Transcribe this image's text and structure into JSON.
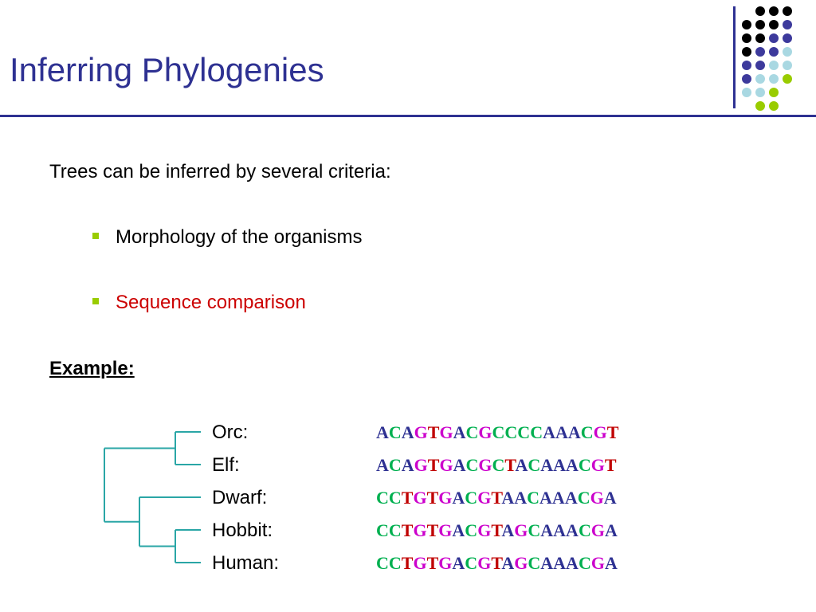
{
  "slide": {
    "title": "Inferring Phylogenies",
    "intro": "Trees can be inferred by several criteria:",
    "bullets": [
      "Morphology of the organisms",
      "Sequence comparison"
    ],
    "example_label": "Example:"
  },
  "colors": {
    "title": "#2E3192",
    "bullet_marker": "#99CC00",
    "highlight_bullet": "#CC0000",
    "tree_lines": "#2AA6A6",
    "nucleotide_A": "#2E3192",
    "nucleotide_C": "#00B050",
    "nucleotide_G": "#CC00CC",
    "nucleotide_T": "#C00000"
  },
  "decoration": {
    "dot_colors": {
      "k": "#000000",
      "p": "#3D3A9C",
      "b": "#A9D8E2",
      "g": "#99CC00"
    },
    "dot_rows": [
      ". k k k",
      "k k k p",
      "k k p p",
      "k p p b",
      "p p b b",
      "p b b g",
      "b b g .",
      ". g g ."
    ]
  },
  "alignment": [
    {
      "name": "Orc:",
      "sequence": "ACAGTGACGCCCCAAACGT"
    },
    {
      "name": "Elf:",
      "sequence": "ACAGTGACGCTACAAACGT"
    },
    {
      "name": "Dwarf:",
      "sequence": "CCTGTGACGTAACAAACGA"
    },
    {
      "name": "Hobbit:",
      "sequence": "CCTGTGACGTAGCAAACGA"
    },
    {
      "name": "Human:",
      "sequence": "CCTGTGACGTAGCAAACGA"
    }
  ]
}
